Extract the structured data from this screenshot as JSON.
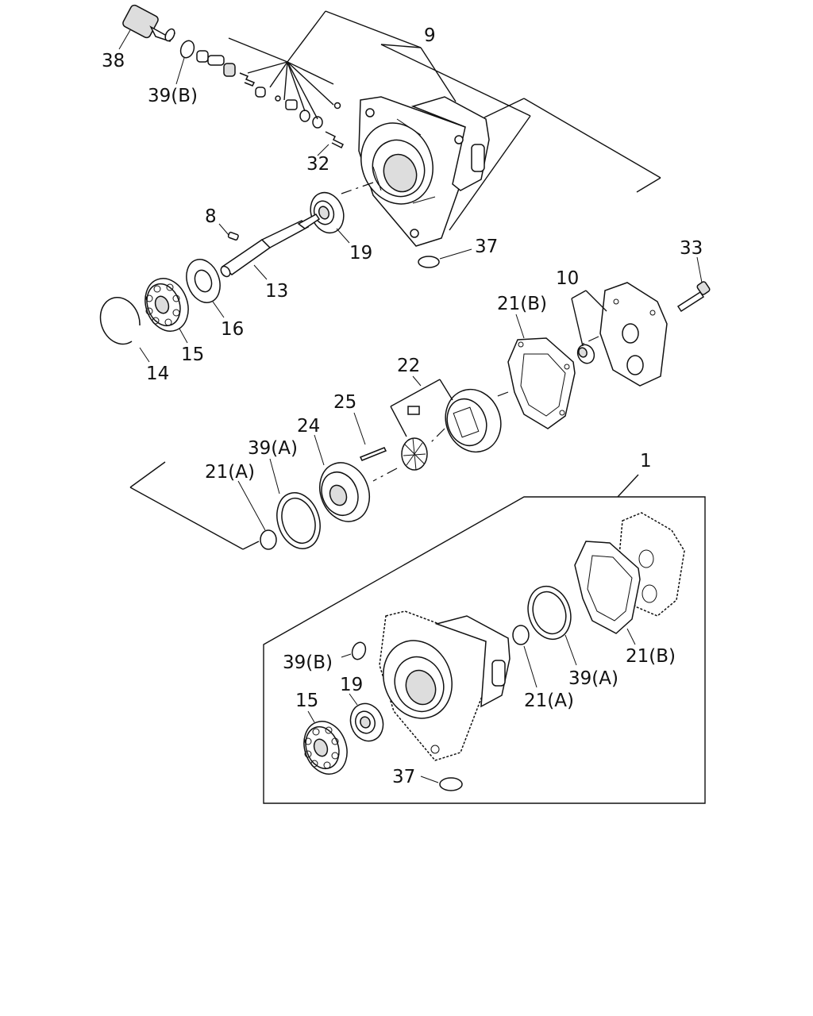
{
  "callouts": {
    "p38": "38",
    "p39b_top": "39(B)",
    "p9": "9",
    "p32": "32",
    "p8": "8",
    "p19_top": "19",
    "p37_top": "37",
    "p13": "13",
    "p16": "16",
    "p15_top": "15",
    "p14": "14",
    "p33": "33",
    "p10": "10",
    "p21b_top": "21(B)",
    "p22": "22",
    "p25": "25",
    "p24": "24",
    "p39a_top": "39(A)",
    "p21a_top": "21(A)",
    "p1": "1",
    "p39b_kit": "39(B)",
    "p19_kit": "19",
    "p15_kit": "15",
    "p37_kit": "37",
    "p21a_kit": "21(A)",
    "p39a_kit": "39(A)",
    "p21b_kit": "21(B)"
  }
}
